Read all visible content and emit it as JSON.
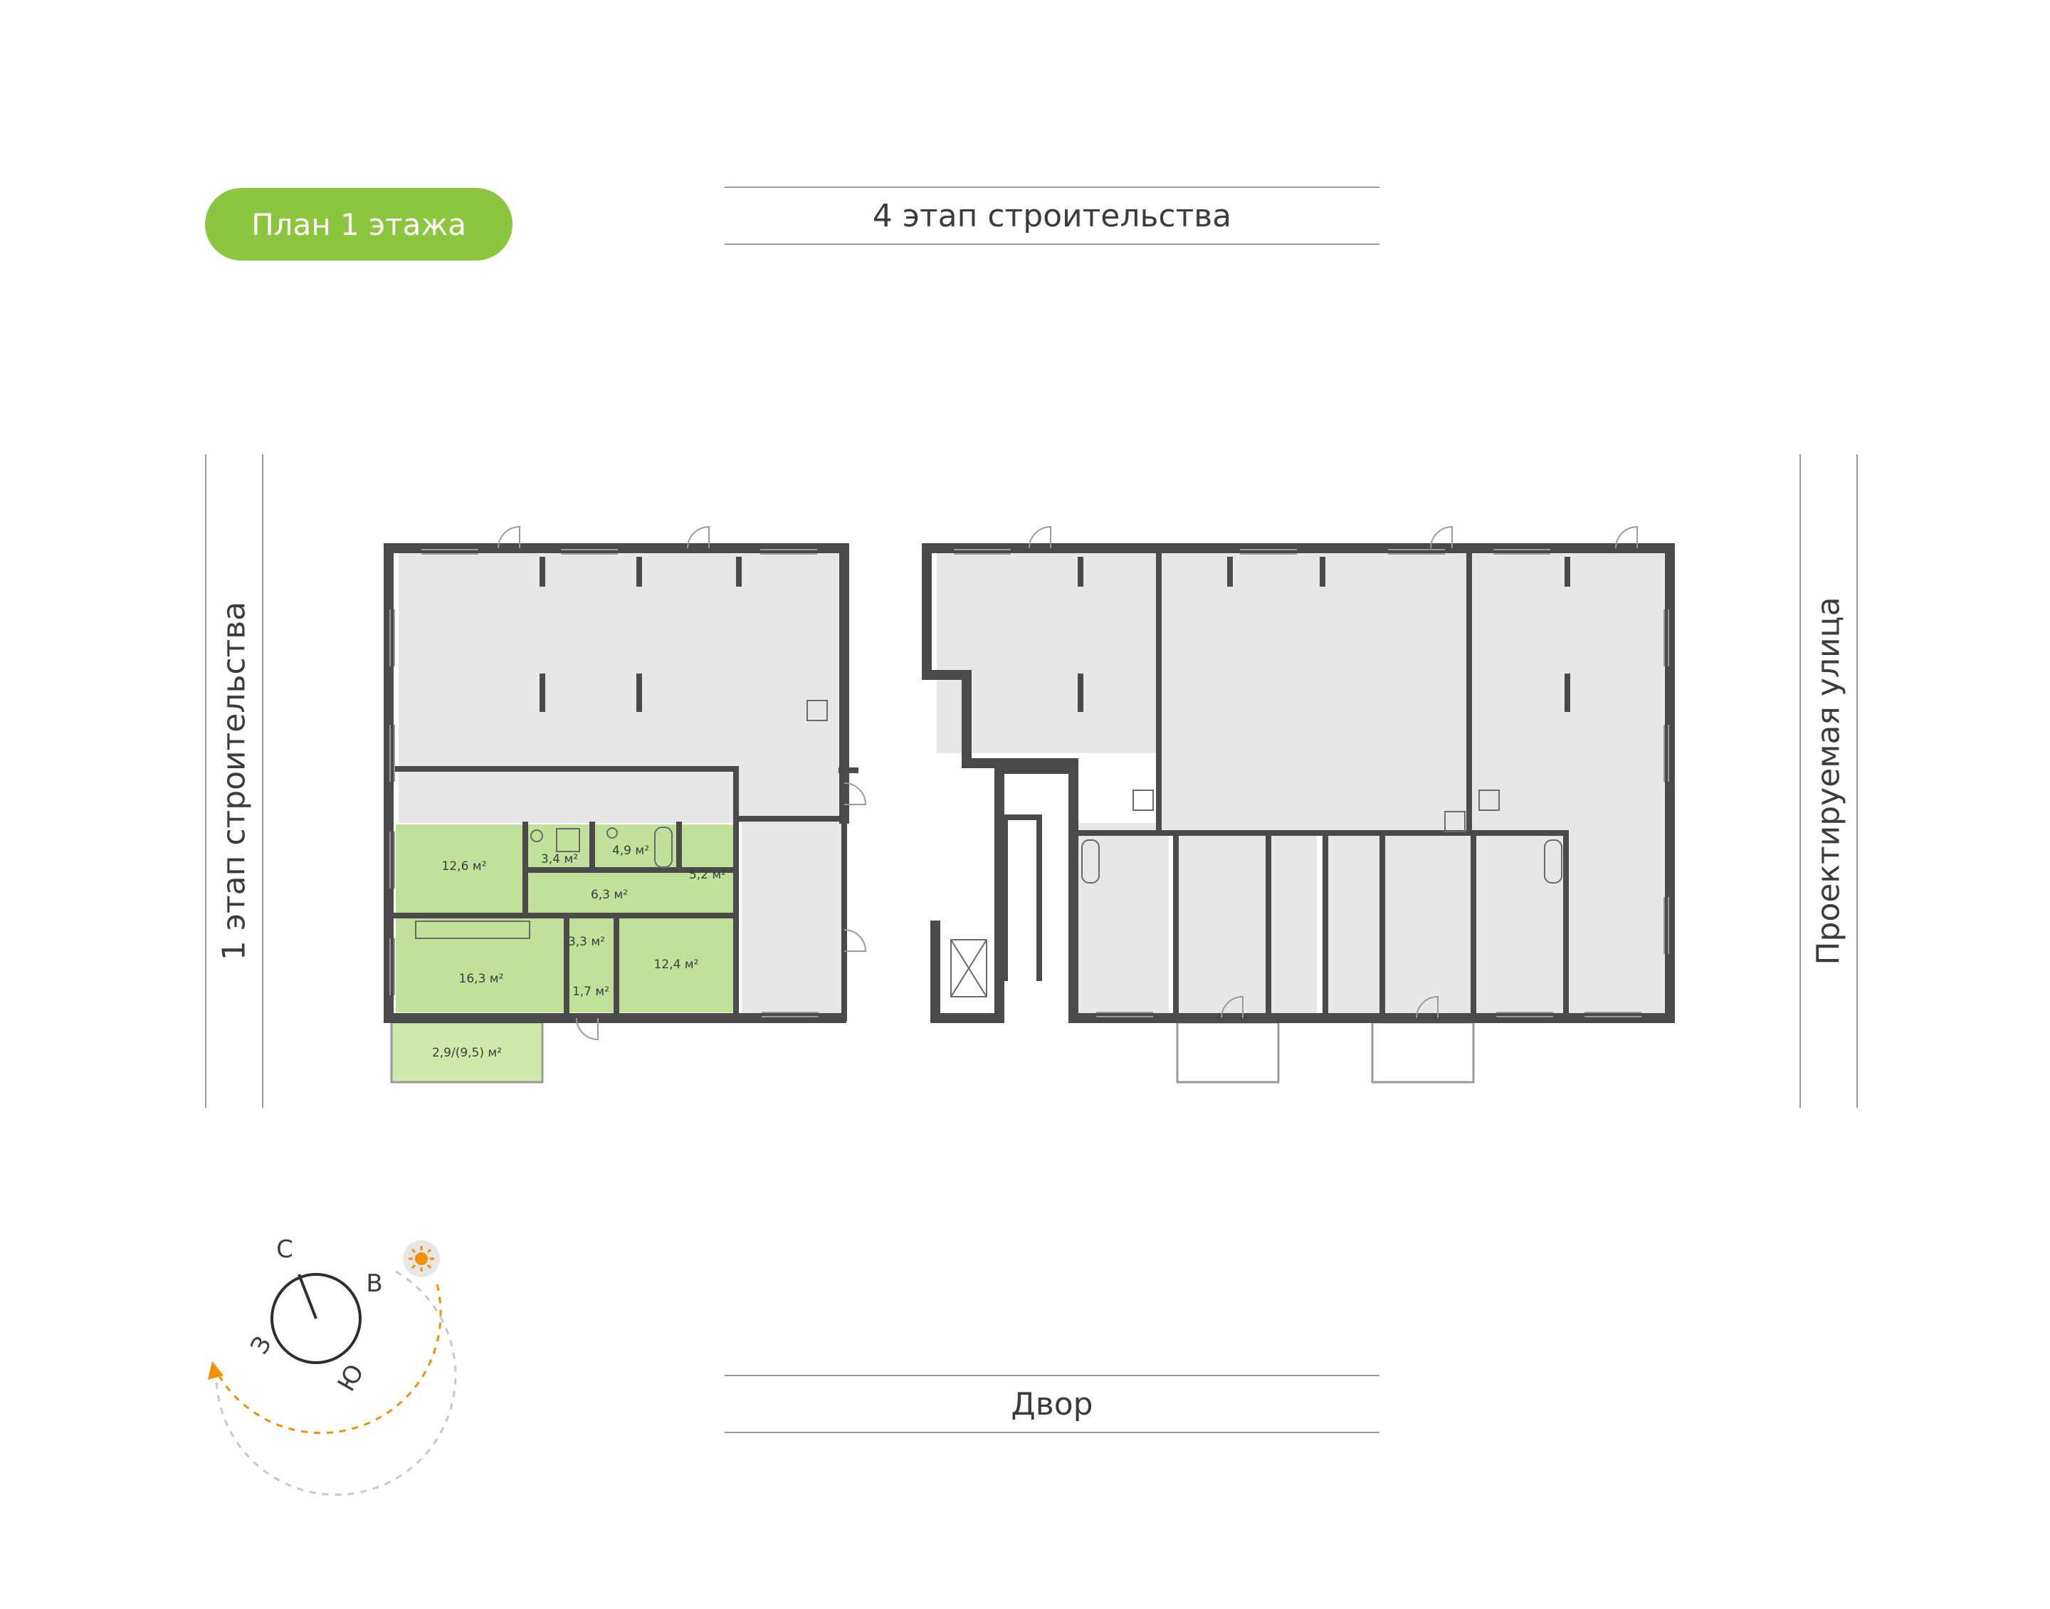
{
  "badge": {
    "text": "План 1 этажа",
    "color": "#8cc63f"
  },
  "labels": {
    "top": "4 этап строительства",
    "bottom": "Двор",
    "left": "1 этап строительства",
    "right": "Проектируемая улица"
  },
  "colors": {
    "wall": "#4a4a4a",
    "room_fill": "#e6e7e9",
    "apartment_fill": "#bfe19a",
    "balcony_fill": "#cfe8ab",
    "sun_path": "#f39200"
  },
  "apartment_rooms": [
    {
      "id": "living",
      "area": "12,6 м²"
    },
    {
      "id": "bath",
      "area": "3,4 м²"
    },
    {
      "id": "bath2",
      "area": "4,9 м²"
    },
    {
      "id": "corridor",
      "area": "6,3 м²"
    },
    {
      "id": "storage",
      "area": "5,2 м²"
    },
    {
      "id": "kitchen",
      "area": "16,3 м²"
    },
    {
      "id": "hall",
      "area": "3,3 м²"
    },
    {
      "id": "closet",
      "area": "1,7 м²"
    },
    {
      "id": "bedroom",
      "area": "12,4 м²"
    },
    {
      "id": "balcony",
      "area": "2,9/(9,5) м²"
    }
  ],
  "compass": {
    "north": "С",
    "east": "В",
    "south": "Ю",
    "west": "З",
    "sun": "sun-icon"
  }
}
